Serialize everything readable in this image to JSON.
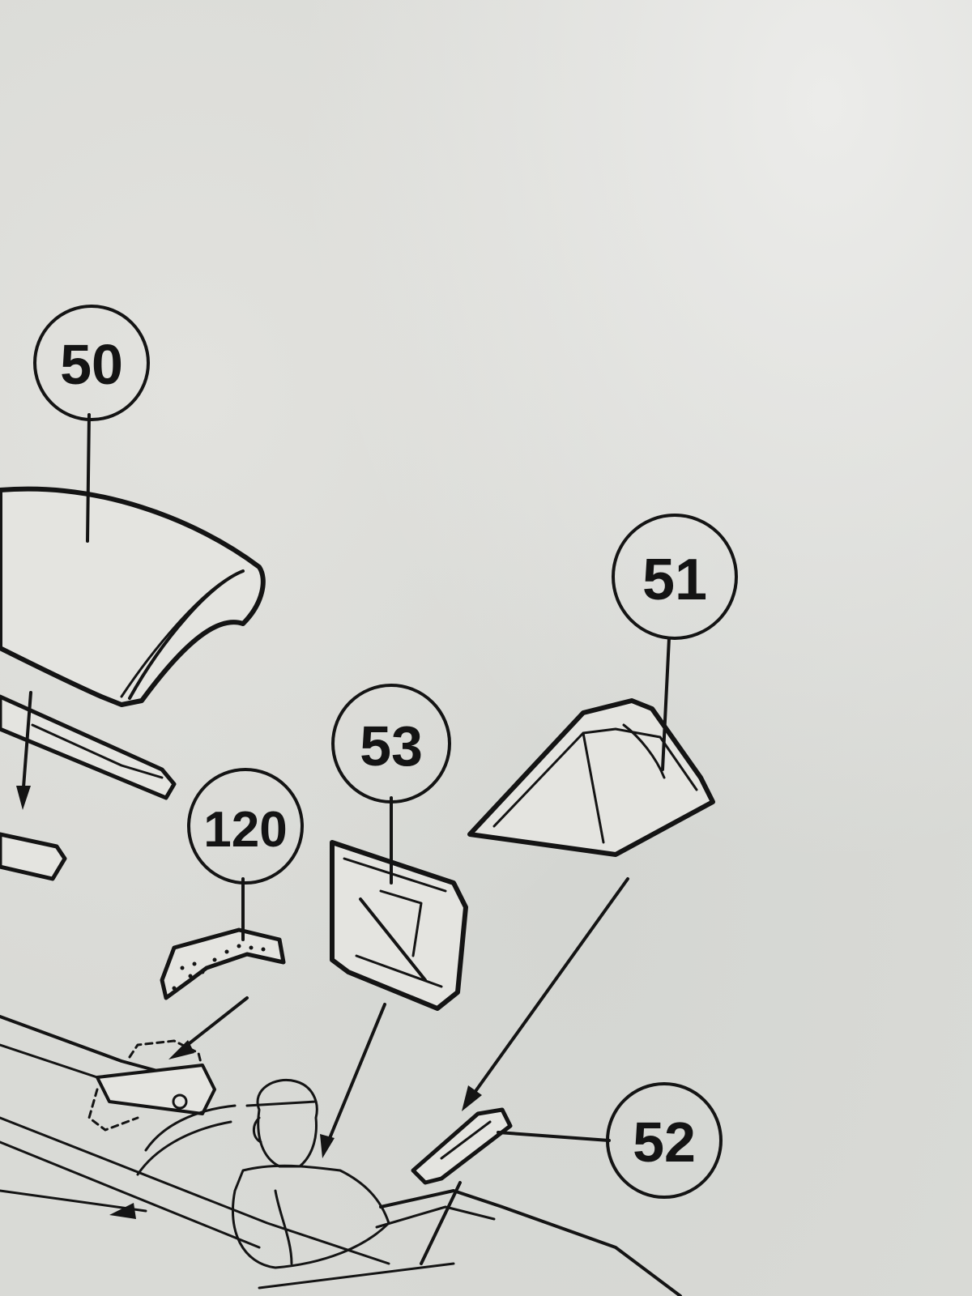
{
  "callouts": [
    {
      "id": "part-50",
      "label": "50"
    },
    {
      "id": "part-51",
      "label": "51"
    },
    {
      "id": "part-52",
      "label": "52"
    },
    {
      "id": "part-53",
      "label": "53"
    },
    {
      "id": "part-120",
      "label": "120"
    }
  ],
  "colors": {
    "paper": "#d9dad6",
    "ink": "#141414"
  }
}
